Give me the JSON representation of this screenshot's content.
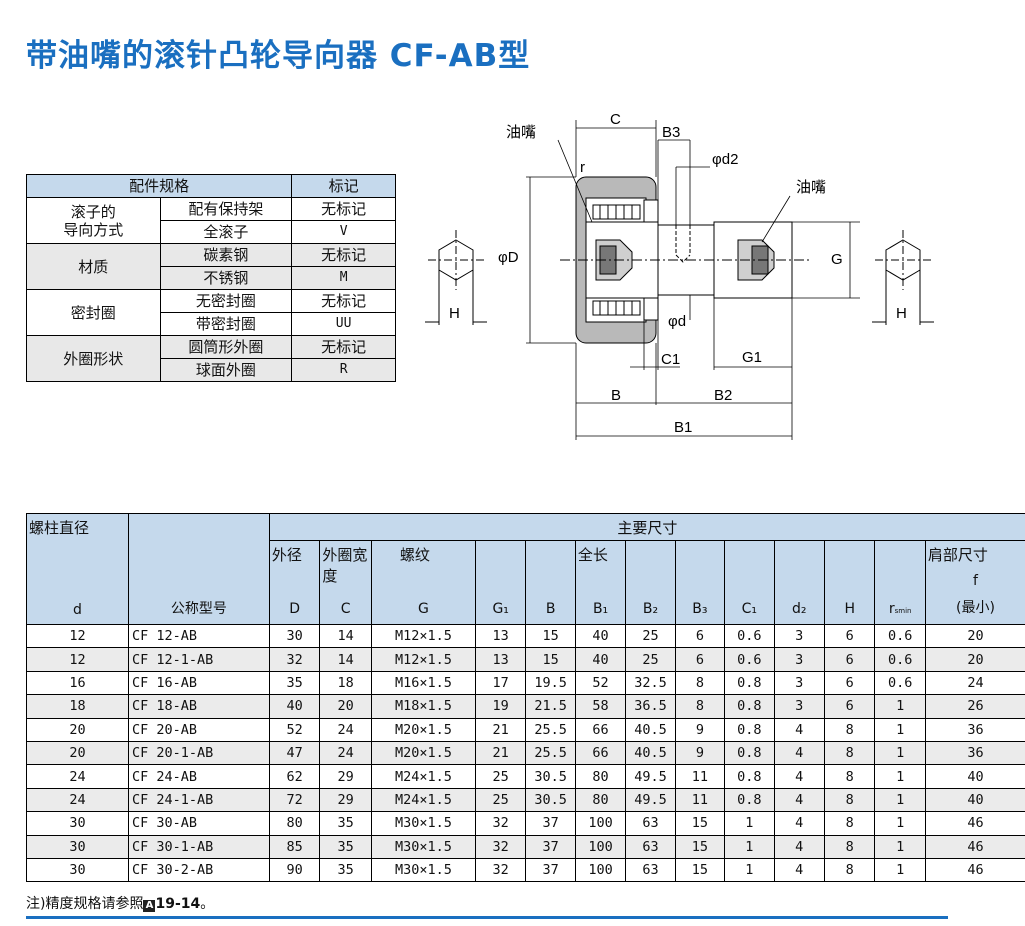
{
  "title": "带油嘴的滚针凸轮导向器 CF-AB型",
  "spec_table": {
    "header": [
      "配件规格",
      "标记"
    ],
    "groups": [
      {
        "name": "滚子的导向方式",
        "name_l1": "滚子的",
        "name_l2": "导向方式",
        "rows": [
          {
            "item": "配有保持架",
            "mark": "无标记"
          },
          {
            "item": "全滚子",
            "mark": "V"
          }
        ]
      },
      {
        "name": "材质",
        "rows": [
          {
            "item": "碳素钢",
            "mark": "无标记"
          },
          {
            "item": "不锈钢",
            "mark": "M"
          }
        ]
      },
      {
        "name": "密封圈",
        "rows": [
          {
            "item": "无密封圈",
            "mark": "无标记"
          },
          {
            "item": "带密封圈",
            "mark": "UU"
          }
        ]
      },
      {
        "name": "外圈形状",
        "rows": [
          {
            "item": "圆筒形外圈",
            "mark": "无标记"
          },
          {
            "item": "球面外圈",
            "mark": "R"
          }
        ]
      }
    ]
  },
  "drawing_labels": {
    "grease1": "油嘴",
    "grease2": "油嘴",
    "C": "C",
    "B3": "B3",
    "r": "r",
    "d2": "φd2",
    "D": "φD",
    "d": "φd",
    "C1": "C1",
    "G1": "G1",
    "G": "G",
    "B": "B",
    "B2": "B2",
    "B1": "B1",
    "H_left": "H",
    "H_right": "H"
  },
  "dims_table": {
    "head": {
      "bolt_dia": "螺柱直径",
      "main": "主要尺寸",
      "outer_d": "外径",
      "outer_w": "外圈宽度",
      "thread": "螺纹",
      "full_len": "全长",
      "shoulder": "肩部尺寸",
      "d": "d",
      "model": "公称型号",
      "D": "D",
      "C": "C",
      "G": "G",
      "G1": "G₁",
      "B": "B",
      "B1": "B₁",
      "B2": "B₂",
      "B3": "B₃",
      "C1": "C₁",
      "d2": "d₂",
      "H": "H",
      "r": "r",
      "r_sub": "smin",
      "f": "f",
      "f_min": "(最小)"
    },
    "rows": [
      [
        "12",
        "CF 12-AB",
        "30",
        "14",
        "M12×1.5",
        "13",
        "15",
        "40",
        "25",
        "6",
        "0.6",
        "3",
        "6",
        "0.6",
        "20"
      ],
      [
        "12",
        "CF 12-1-AB",
        "32",
        "14",
        "M12×1.5",
        "13",
        "15",
        "40",
        "25",
        "6",
        "0.6",
        "3",
        "6",
        "0.6",
        "20"
      ],
      [
        "16",
        "CF 16-AB",
        "35",
        "18",
        "M16×1.5",
        "17",
        "19.5",
        "52",
        "32.5",
        "8",
        "0.8",
        "3",
        "6",
        "0.6",
        "24"
      ],
      [
        "18",
        "CF 18-AB",
        "40",
        "20",
        "M18×1.5",
        "19",
        "21.5",
        "58",
        "36.5",
        "8",
        "0.8",
        "3",
        "6",
        "1",
        "26"
      ],
      [
        "20",
        "CF 20-AB",
        "52",
        "24",
        "M20×1.5",
        "21",
        "25.5",
        "66",
        "40.5",
        "9",
        "0.8",
        "4",
        "8",
        "1",
        "36"
      ],
      [
        "20",
        "CF 20-1-AB",
        "47",
        "24",
        "M20×1.5",
        "21",
        "25.5",
        "66",
        "40.5",
        "9",
        "0.8",
        "4",
        "8",
        "1",
        "36"
      ],
      [
        "24",
        "CF 24-AB",
        "62",
        "29",
        "M24×1.5",
        "25",
        "30.5",
        "80",
        "49.5",
        "11",
        "0.8",
        "4",
        "8",
        "1",
        "40"
      ],
      [
        "24",
        "CF 24-1-AB",
        "72",
        "29",
        "M24×1.5",
        "25",
        "30.5",
        "80",
        "49.5",
        "11",
        "0.8",
        "4",
        "8",
        "1",
        "40"
      ],
      [
        "30",
        "CF 30-AB",
        "80",
        "35",
        "M30×1.5",
        "32",
        "37",
        "100",
        "63",
        "15",
        "1",
        "4",
        "8",
        "1",
        "46"
      ],
      [
        "30",
        "CF 30-1-AB",
        "85",
        "35",
        "M30×1.5",
        "32",
        "37",
        "100",
        "63",
        "15",
        "1",
        "4",
        "8",
        "1",
        "46"
      ],
      [
        "30",
        "CF 30-2-AB",
        "90",
        "35",
        "M30×1.5",
        "32",
        "37",
        "100",
        "63",
        "15",
        "1",
        "4",
        "8",
        "1",
        "46"
      ]
    ]
  },
  "note": {
    "prefix": "注)精度规格请参照",
    "ref_icon": "A",
    "ref": "19-14",
    "suffix": "。"
  },
  "colors": {
    "accent": "#1a6fc0",
    "header_bg": "#c5d9ec",
    "row_alt": "#ebebeb"
  }
}
